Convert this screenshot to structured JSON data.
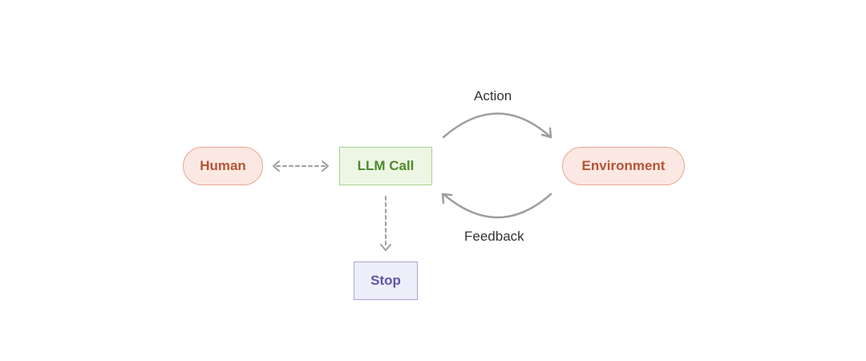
{
  "nodes": {
    "human": "Human",
    "llm": "LLM Call",
    "environment": "Environment",
    "stop": "Stop"
  },
  "edges": {
    "action": "Action",
    "feedback": "Feedback"
  },
  "colors": {
    "human_fill": "#fbe8e2",
    "human_stroke": "#e9a592",
    "human_text": "#b85435",
    "llm_fill": "#edf6e4",
    "llm_stroke": "#a9d18e",
    "llm_text": "#4b8b2b",
    "stop_fill": "#eeedfa",
    "stop_stroke": "#a8a6da",
    "stop_text": "#5a58a6",
    "arrow": "#9e9e9e"
  }
}
